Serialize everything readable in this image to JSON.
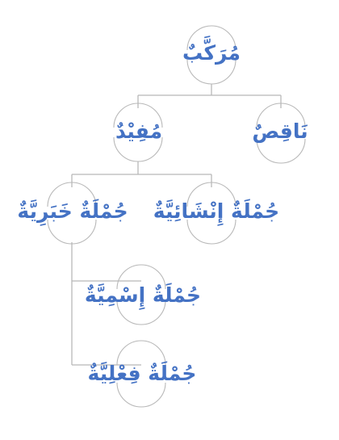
{
  "diagram": {
    "colors": {
      "text": "#4472c4",
      "line": "#b8b8b8"
    },
    "nodes": {
      "root": {
        "label": "مُرَكَّبٌ"
      },
      "naqis": {
        "label": "نَاقِصٌ"
      },
      "mufid": {
        "label": "مُفِيْدٌ"
      },
      "inshaiyya": {
        "label": "جُمْلَةٌ إِنْشَائِيَّةٌ"
      },
      "khabariyya": {
        "label": "جُمْلَةٌ خَبَرِيَّةٌ"
      },
      "ismiyya": {
        "label": "جُمْلَةٌ إِسْمِيَّةٌ"
      },
      "filiyya": {
        "label": "جُمْلَةٌ فِعْلِيَّةٌ"
      }
    }
  }
}
